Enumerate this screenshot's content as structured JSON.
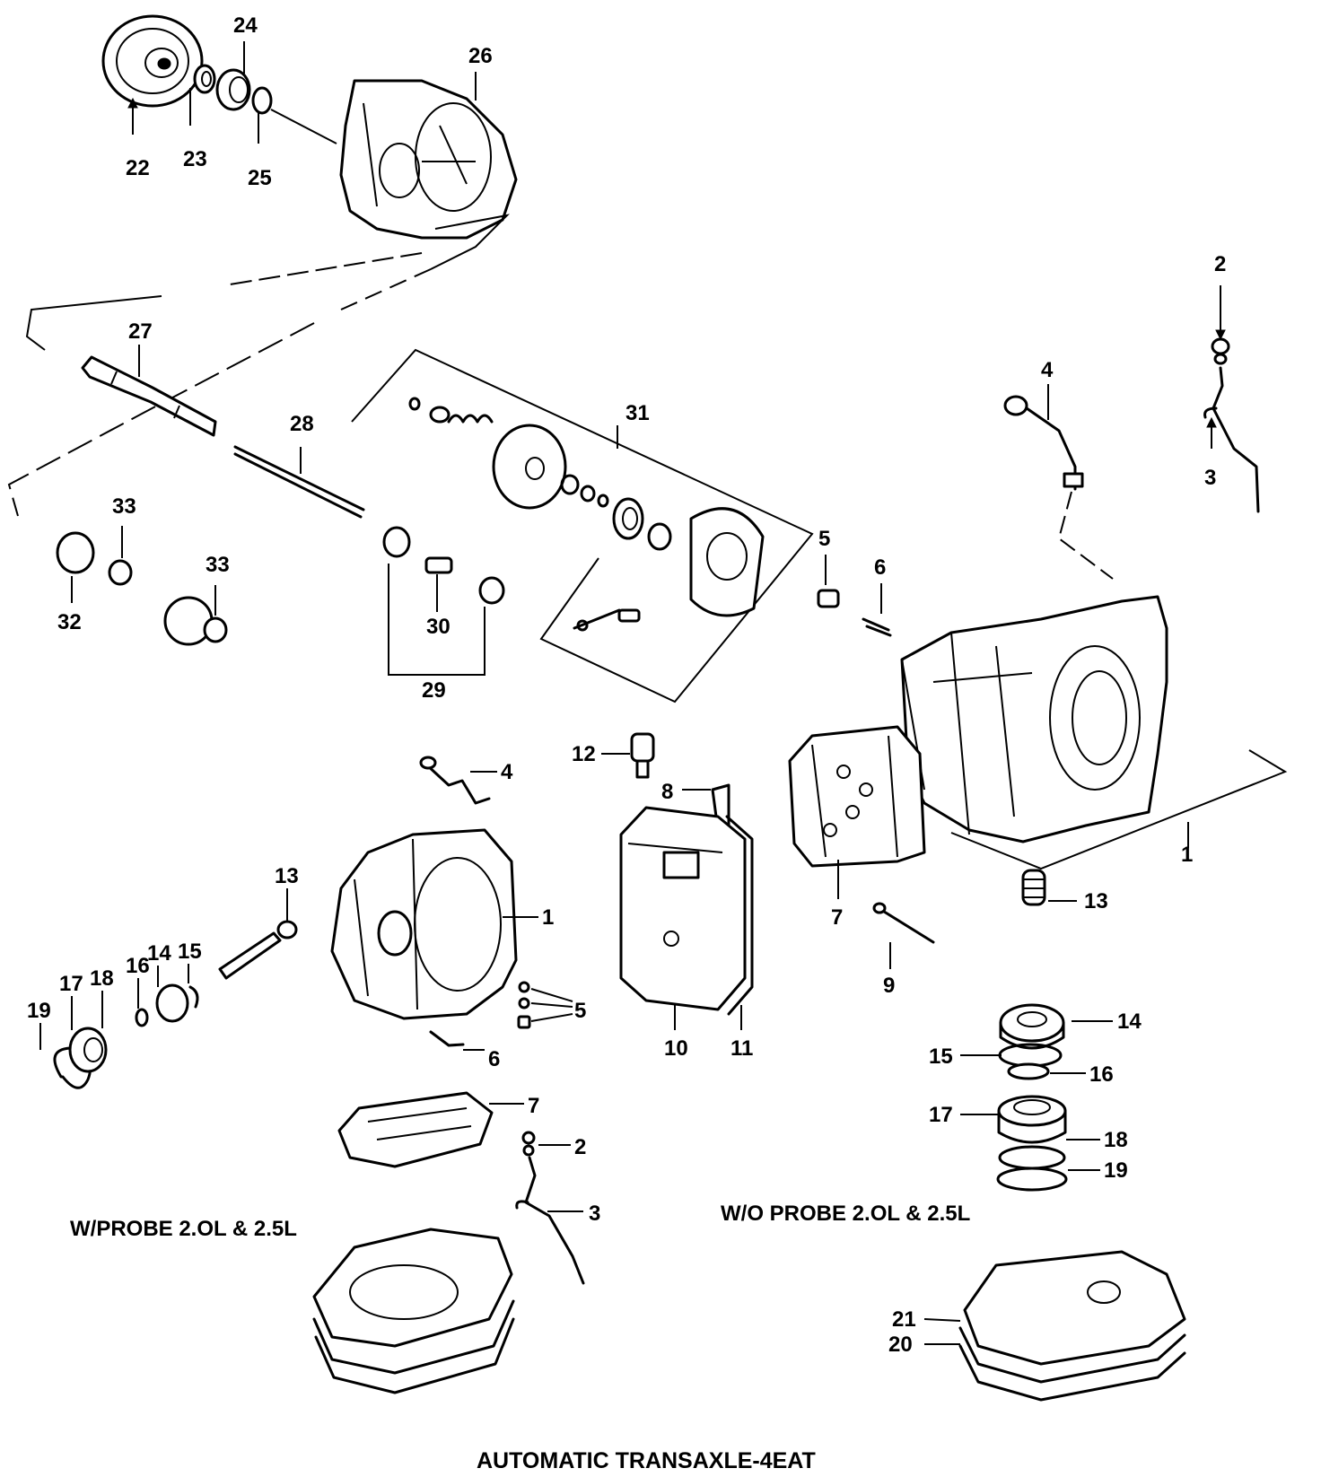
{
  "title": "AUTOMATIC TRANSAXLE-4EAT",
  "captions": {
    "with_probe": "W/PROBE 2.OL & 2.5L",
    "without_probe": "W/O PROBE 2.OL & 2.5L"
  },
  "callouts": {
    "c1a": "1",
    "c1b": "1",
    "c2a": "2",
    "c2b": "2",
    "c3a": "3",
    "c3b": "3",
    "c4a": "4",
    "c4b": "4",
    "c5a": "5",
    "c5b": "5",
    "c6a": "6",
    "c6b": "6",
    "c7a": "7",
    "c7b": "7",
    "c8": "8",
    "c9": "9",
    "c10": "10",
    "c11": "11",
    "c12": "12",
    "c13a": "13",
    "c13b": "13",
    "c14a": "14",
    "c14b": "14",
    "c15a": "15",
    "c15b": "15",
    "c16a": "16",
    "c16b": "16",
    "c17a": "17",
    "c17b": "17",
    "c18a": "18",
    "c18b": "18",
    "c19a": "19",
    "c19b": "19",
    "c20": "20",
    "c21": "21",
    "c22": "22",
    "c23": "23",
    "c24": "24",
    "c25": "25",
    "c26": "26",
    "c27": "27",
    "c28": "28",
    "c29": "29",
    "c30": "30",
    "c31": "31",
    "c32": "32",
    "c33a": "33",
    "c33b": "33"
  }
}
